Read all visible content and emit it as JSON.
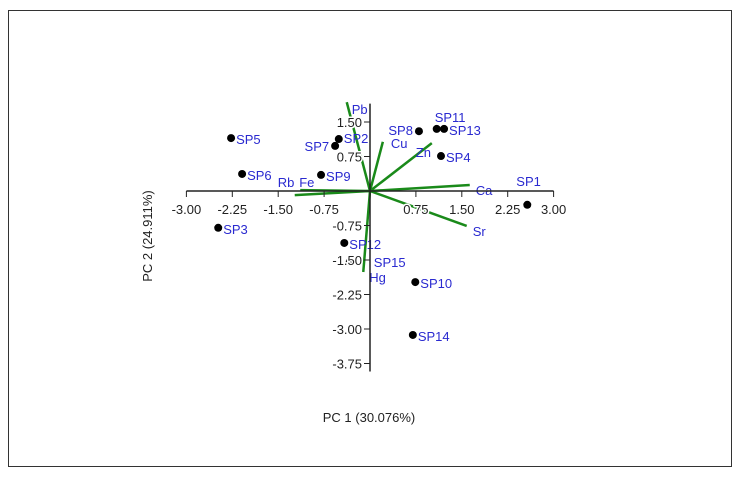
{
  "chart_data": {
    "type": "scatter",
    "subtype": "pca-biplot",
    "xlabel": "PC 1 (30.076%)",
    "ylabel": "PC 2 (24.911%)",
    "xlim": [
      -3.0,
      3.0
    ],
    "ylim": [
      -3.75,
      1.9
    ],
    "xticks": [
      "-3.00",
      "-2.25",
      "-1.50",
      "-0.75",
      "0.75",
      "1.50",
      "2.25",
      "3.00"
    ],
    "yticks": [
      "1.50",
      "0.75",
      "-0.75",
      "-1.50",
      "-2.25",
      "-3.00",
      "-3.75"
    ],
    "grid": false,
    "point_color": "#000000",
    "label_color": "#2a2ad0",
    "vector_color": "#1a8a1a",
    "scores": [
      {
        "name": "SP1",
        "x": 2.57,
        "y": -0.3
      },
      {
        "name": "SP2",
        "x": -0.51,
        "y": 1.13
      },
      {
        "name": "SP3",
        "x": -2.48,
        "y": -0.8
      },
      {
        "name": "SP4",
        "x": 1.16,
        "y": 0.76
      },
      {
        "name": "SP5",
        "x": -2.27,
        "y": 1.15
      },
      {
        "name": "SP6",
        "x": -2.09,
        "y": 0.37
      },
      {
        "name": "SP7",
        "x": -0.57,
        "y": 0.98
      },
      {
        "name": "SP8",
        "x": 0.8,
        "y": 1.3
      },
      {
        "name": "SP9",
        "x": -0.8,
        "y": 0.35
      },
      {
        "name": "SP10",
        "x": 0.74,
        "y": -1.98
      },
      {
        "name": "SP11",
        "x": 1.09,
        "y": 1.35
      },
      {
        "name": "SP12",
        "x": -0.42,
        "y": -1.13
      },
      {
        "name": "SP13",
        "x": 1.21,
        "y": 1.35
      },
      {
        "name": "SP14",
        "x": 0.7,
        "y": -3.13
      },
      {
        "name": "SP15",
        "x": -0.33,
        "y": -1.54
      }
    ],
    "loadings": [
      {
        "name": "Pb",
        "x": -0.38,
        "y": 1.93
      },
      {
        "name": "Cu",
        "x": 0.21,
        "y": 1.07
      },
      {
        "name": "Zn",
        "x": 1.01,
        "y": 1.04
      },
      {
        "name": "Ca",
        "x": 1.63,
        "y": 0.13
      },
      {
        "name": "Sr",
        "x": 1.58,
        "y": -0.76
      },
      {
        "name": "Hg",
        "x": -0.11,
        "y": -1.76
      },
      {
        "name": "Fe",
        "x": -1.14,
        "y": 0.02
      },
      {
        "name": "Rb",
        "x": -1.23,
        "y": -0.09
      }
    ]
  }
}
